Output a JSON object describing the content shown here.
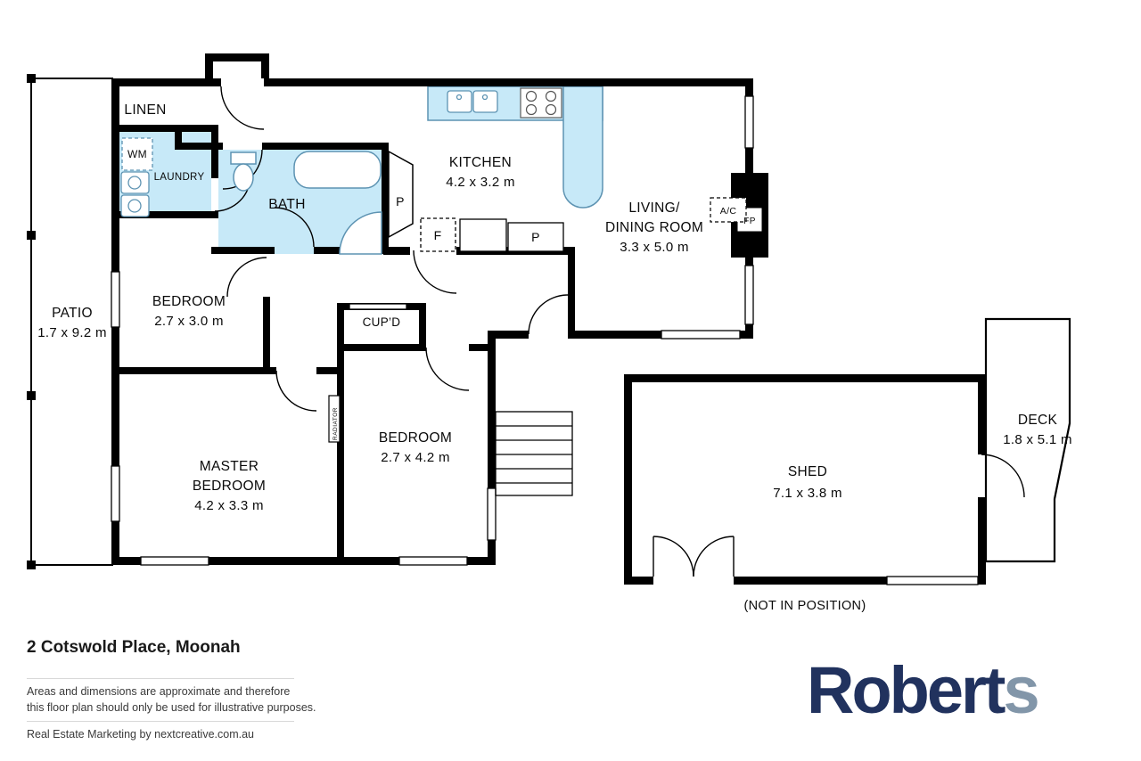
{
  "plan": {
    "rooms": {
      "linen": {
        "label": "LINEN"
      },
      "wm": {
        "label": "WM"
      },
      "laundry": {
        "label": "LAUNDRY"
      },
      "bath": {
        "label": "BATH"
      },
      "kitchen": {
        "label": "KITCHEN",
        "dims": "4.2 x 3.2 m"
      },
      "living": {
        "label1": "LIVING/",
        "label2": "DINING ROOM",
        "dims": "3.3 x 5.0 m"
      },
      "patio": {
        "label": "PATIO",
        "dims": "1.7 x 9.2 m"
      },
      "bedroom1": {
        "label": "BEDROOM",
        "dims": "2.7 x 3.0 m"
      },
      "cupd": {
        "label": "CUP’D"
      },
      "bedroom2": {
        "label": "BEDROOM",
        "dims": "2.7 x 4.2 m"
      },
      "master": {
        "label1": "MASTER",
        "label2": "BEDROOM",
        "dims": "4.2 x 3.3 m"
      },
      "shed": {
        "label": "SHED",
        "dims": "7.1 x 3.8 m",
        "note": "(NOT IN POSITION)"
      },
      "deck": {
        "label": "DECK",
        "dims": "1.8 x 5.1 m"
      }
    },
    "fixtures": {
      "pantry1": "P",
      "fridge": "F",
      "pantry2": "P",
      "ac": "A/C",
      "fp": "FP",
      "radiator": "RADIATOR"
    },
    "colors": {
      "wall": "#000000",
      "wet_area": "#c7e9f8",
      "fixture_stroke": "#5d93b2"
    }
  },
  "footer": {
    "address": "2 Cotswold Place, Moonah",
    "disclaimer_line1": "Areas and dimensions are approximate and therefore",
    "disclaimer_line2": "this floor plan should only be used for illustrative purposes.",
    "marketing": "Real Estate Marketing by nextcreative.com.au",
    "logo_text": "Robert",
    "logo_s": "s"
  }
}
